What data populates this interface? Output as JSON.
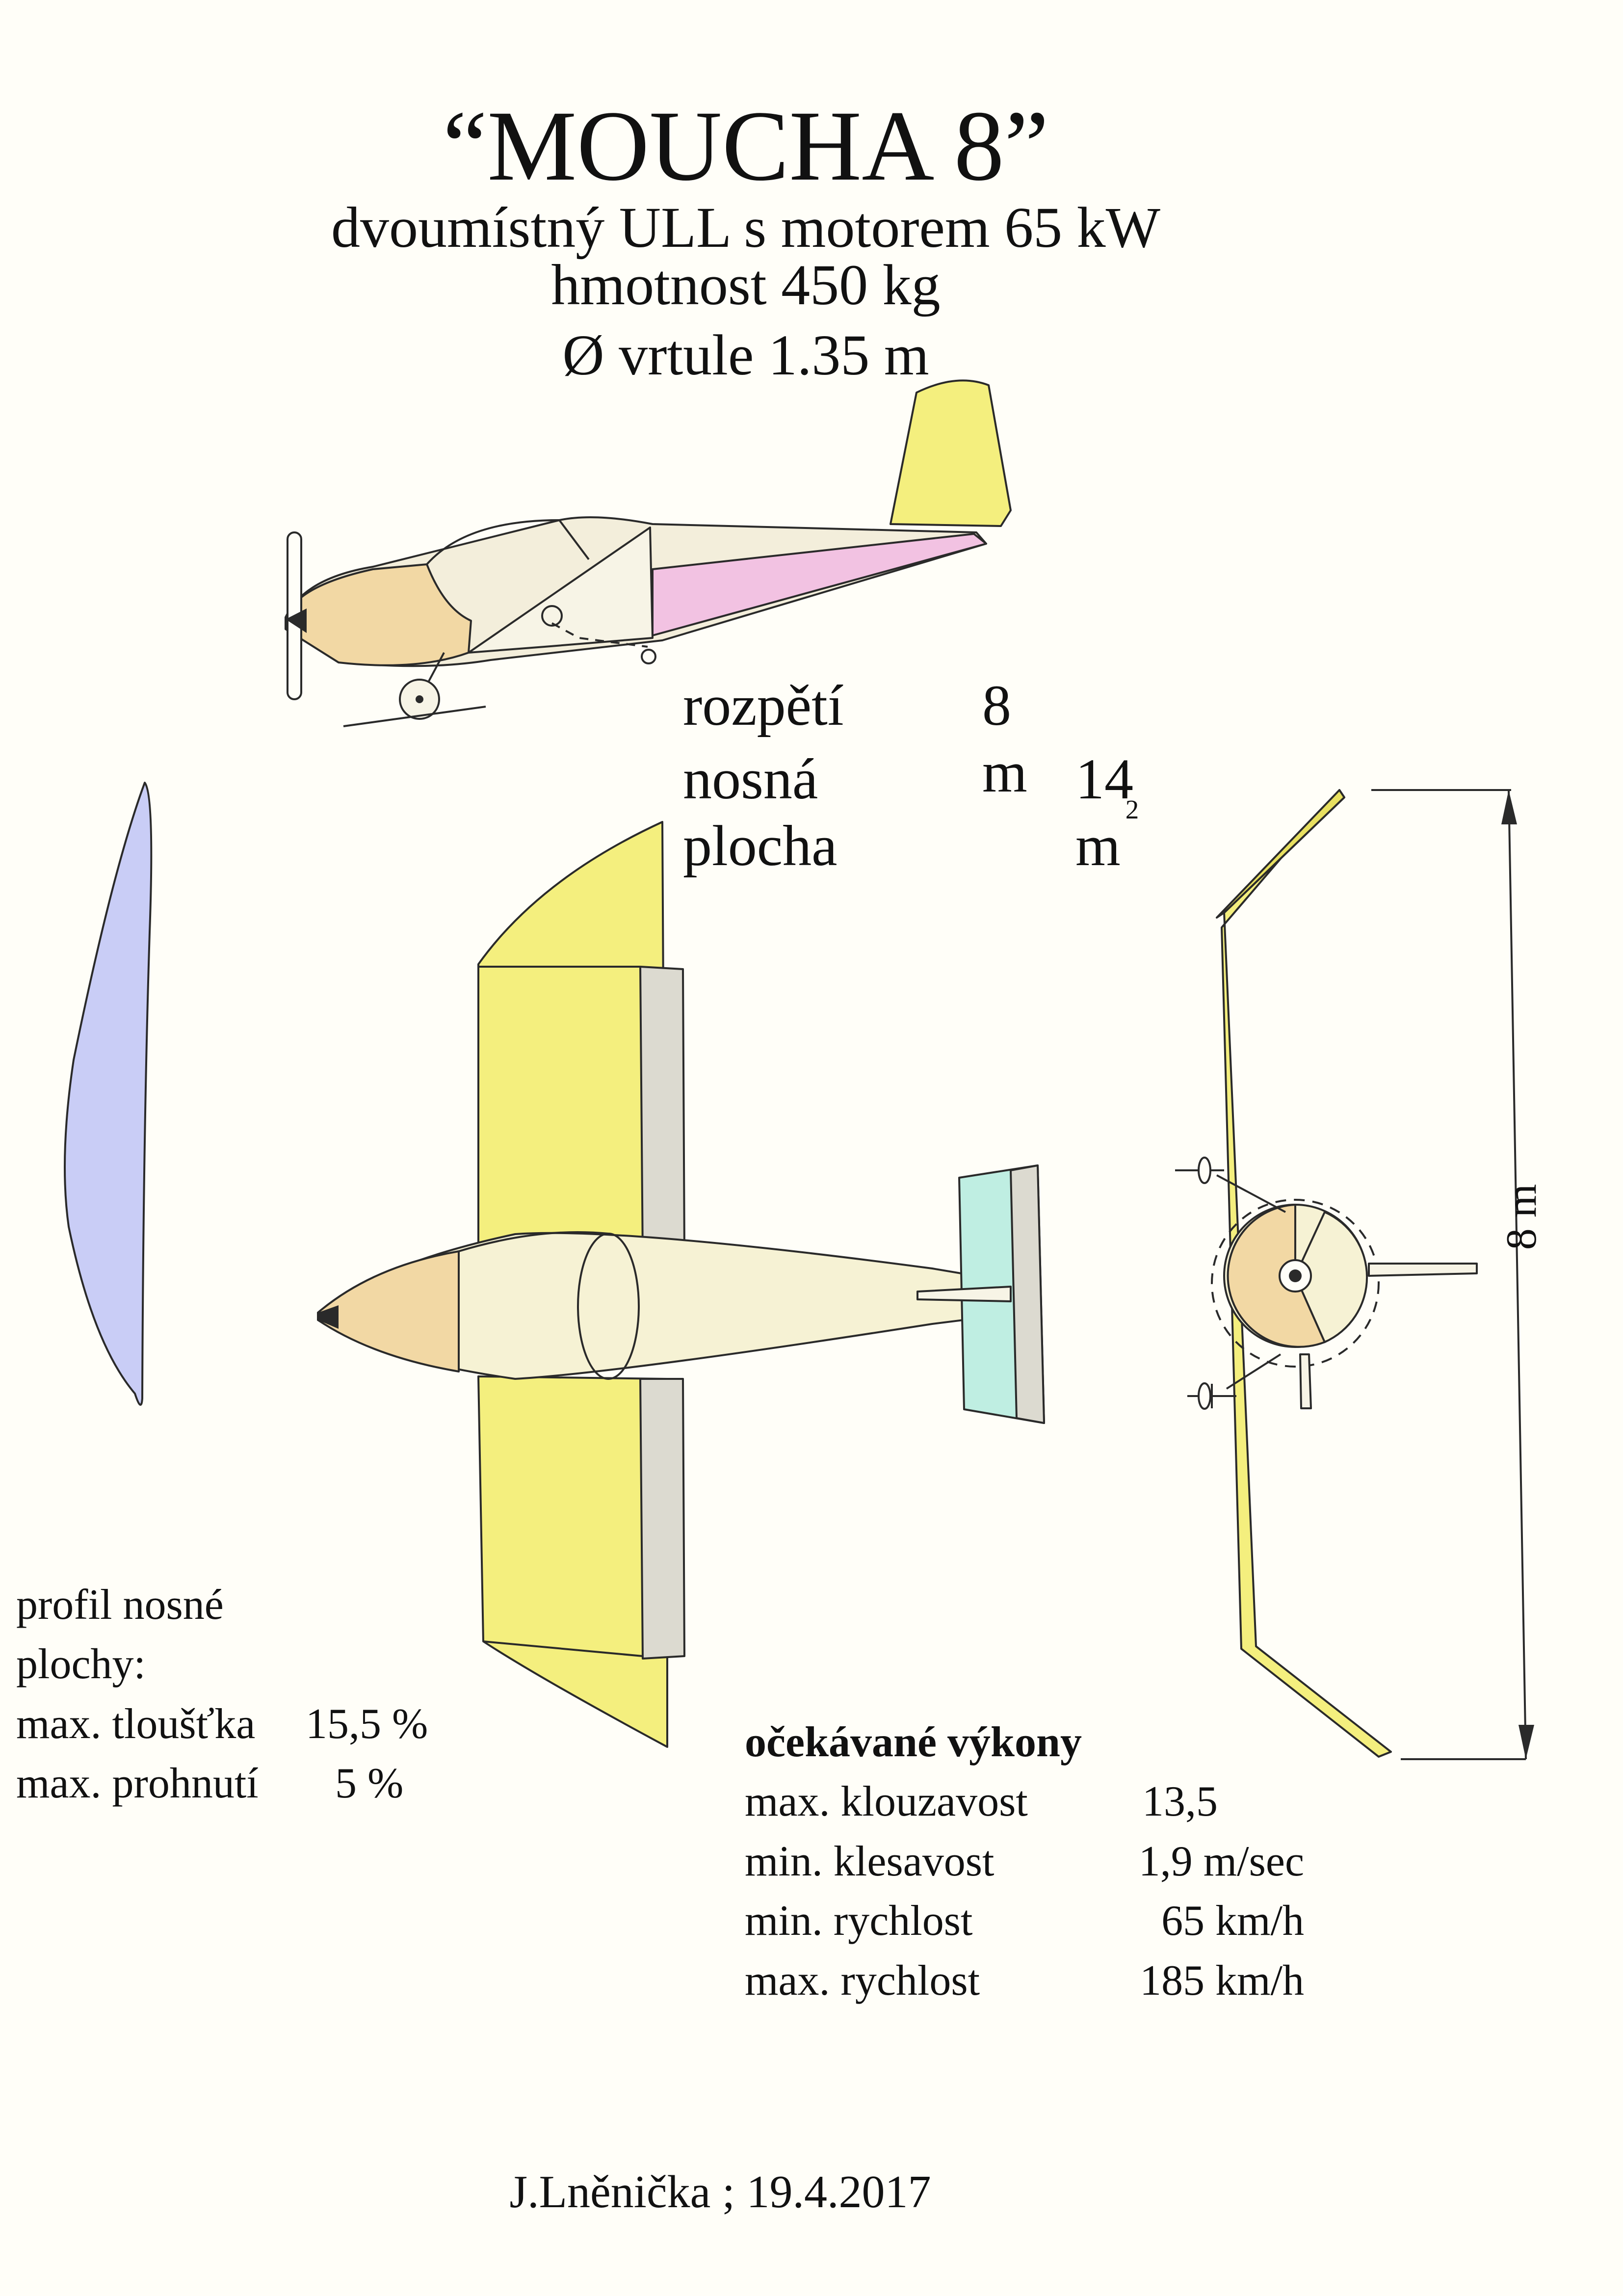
{
  "title": "“MOUCHA 8”",
  "subtitle": "dvoumístný ULL s motorem 65 kW",
  "mass": "hmotnost   450 kg",
  "propeller": "Ø vrtule 1.35 m",
  "specs": {
    "span_label": "rozpětí",
    "span_value": "8 m",
    "area_label": "nosná plocha",
    "area_value": "14 m",
    "area_exponent": "2"
  },
  "span_dimension_label": "8 m",
  "profile": {
    "heading_line1": "profil nosné",
    "heading_line2": "plochy:",
    "thickness_label": "max. tloušťka",
    "thickness_value": "15,5 %",
    "camber_label": "max. prohnutí",
    "camber_value": "5 %"
  },
  "performance": {
    "heading": "očekávané  výkony",
    "rows": [
      {
        "label": "max. klouzavost",
        "value": "13,5"
      },
      {
        "label": "min. klesavost",
        "value": "1,9 m/sec"
      },
      {
        "label": "min. rychlost",
        "value": "65 km/h"
      },
      {
        "label": "max. rychlost",
        "value": "185 km/h"
      }
    ]
  },
  "author": "J.Lněnička ; 19.4.2017",
  "colors": {
    "wing": "#f4ef7e",
    "fuselage": "#f6f2d4",
    "nose": "#f2d8a4",
    "fuselage_side_panel": "#f2c2e2",
    "tailplane": "#bfeee2",
    "airfoil": "#c9cdf6",
    "flap_edge": "#dcdad0",
    "background": "#fffef8"
  }
}
